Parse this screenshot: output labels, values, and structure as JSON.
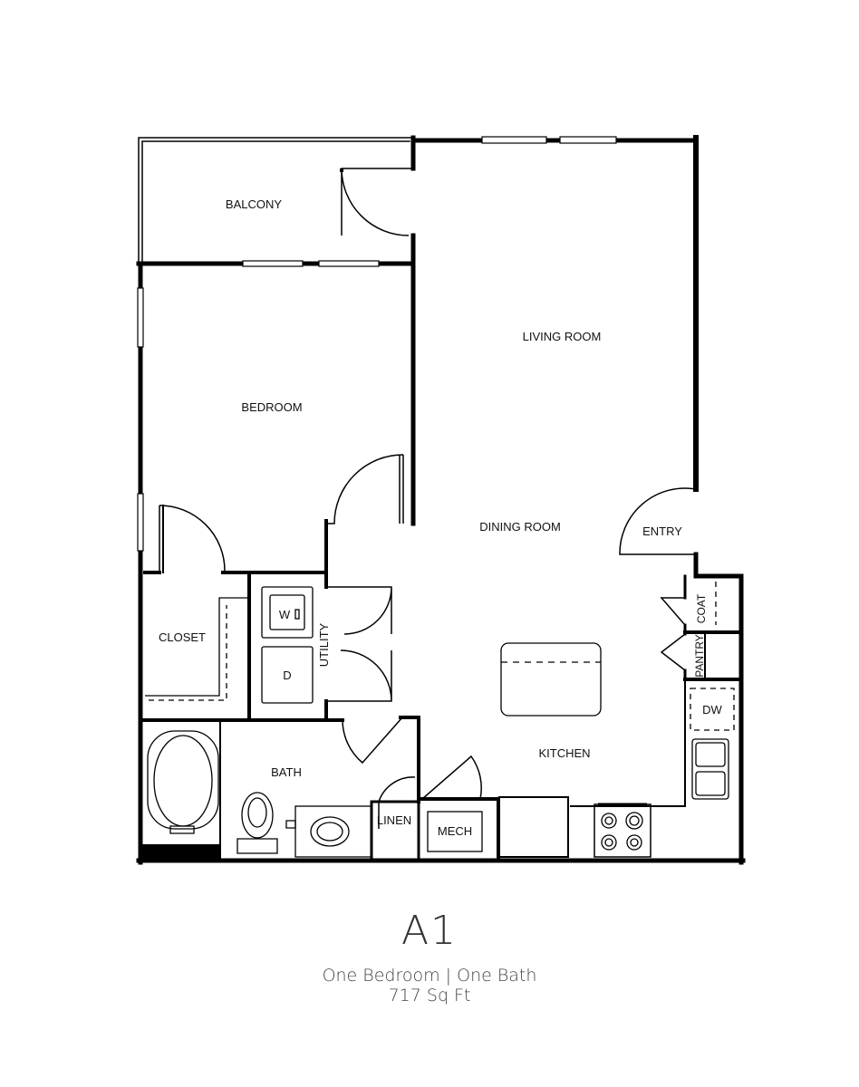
{
  "rooms": {
    "balcony": "BALCONY",
    "living_room": "LIVING ROOM",
    "bedroom": "BEDROOM",
    "dining_room": "DINING ROOM",
    "entry": "ENTRY",
    "closet": "CLOSET",
    "utility": "UTILITY",
    "coat": "COAT",
    "pantry": "PANTRY",
    "bath": "BATH",
    "kitchen": "KITCHEN",
    "linen": "LINEN",
    "mech": "MECH"
  },
  "appliances": {
    "washer": "W",
    "dryer": "D",
    "dishwasher": "DW"
  },
  "caption": {
    "unit_name": "A1",
    "unit_type": "One Bedroom | One Bath",
    "area": "717 Sq Ft"
  }
}
